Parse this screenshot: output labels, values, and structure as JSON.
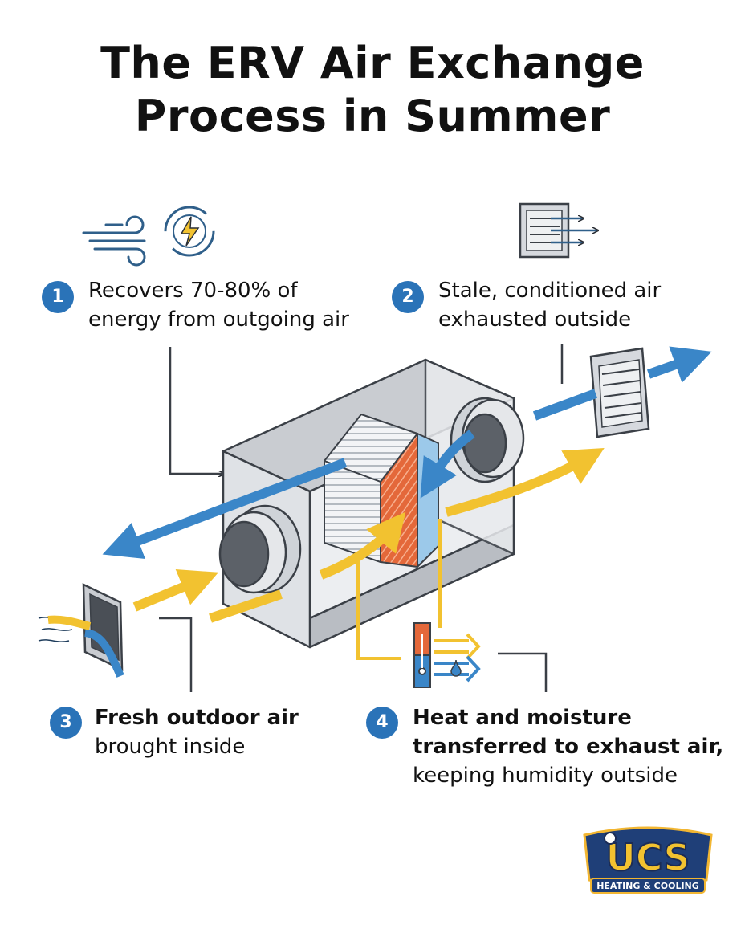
{
  "title": {
    "line1": "The ERV Air Exchange",
    "line2": "Process in Summer"
  },
  "steps": [
    {
      "number": "1",
      "line1": "Recovers 70-80% of",
      "line2": "energy from outgoing air"
    },
    {
      "number": "2",
      "line1": "Stale, conditioned air",
      "line2": "exhausted outside"
    },
    {
      "number": "3",
      "line1": "Fresh outdoor air",
      "line2": "brought inside"
    },
    {
      "number": "4",
      "line1": "Heat and moisture",
      "line2": "transferred to exhaust air,",
      "line3": "keeping humidity outside"
    }
  ],
  "logo": {
    "main": "UCS",
    "sub": "HEATING & COOLING"
  },
  "colors": {
    "blue_arrow": "#3a86c8",
    "yellow_arrow": "#f2c230",
    "badge": "#2a73b8",
    "core_orange": "#e4683a",
    "housing": "#dfe2e6"
  },
  "icons": [
    "wind-icon",
    "energy-recycle-icon",
    "exhaust-vent-icon",
    "heat-moisture-exchange-icon"
  ]
}
